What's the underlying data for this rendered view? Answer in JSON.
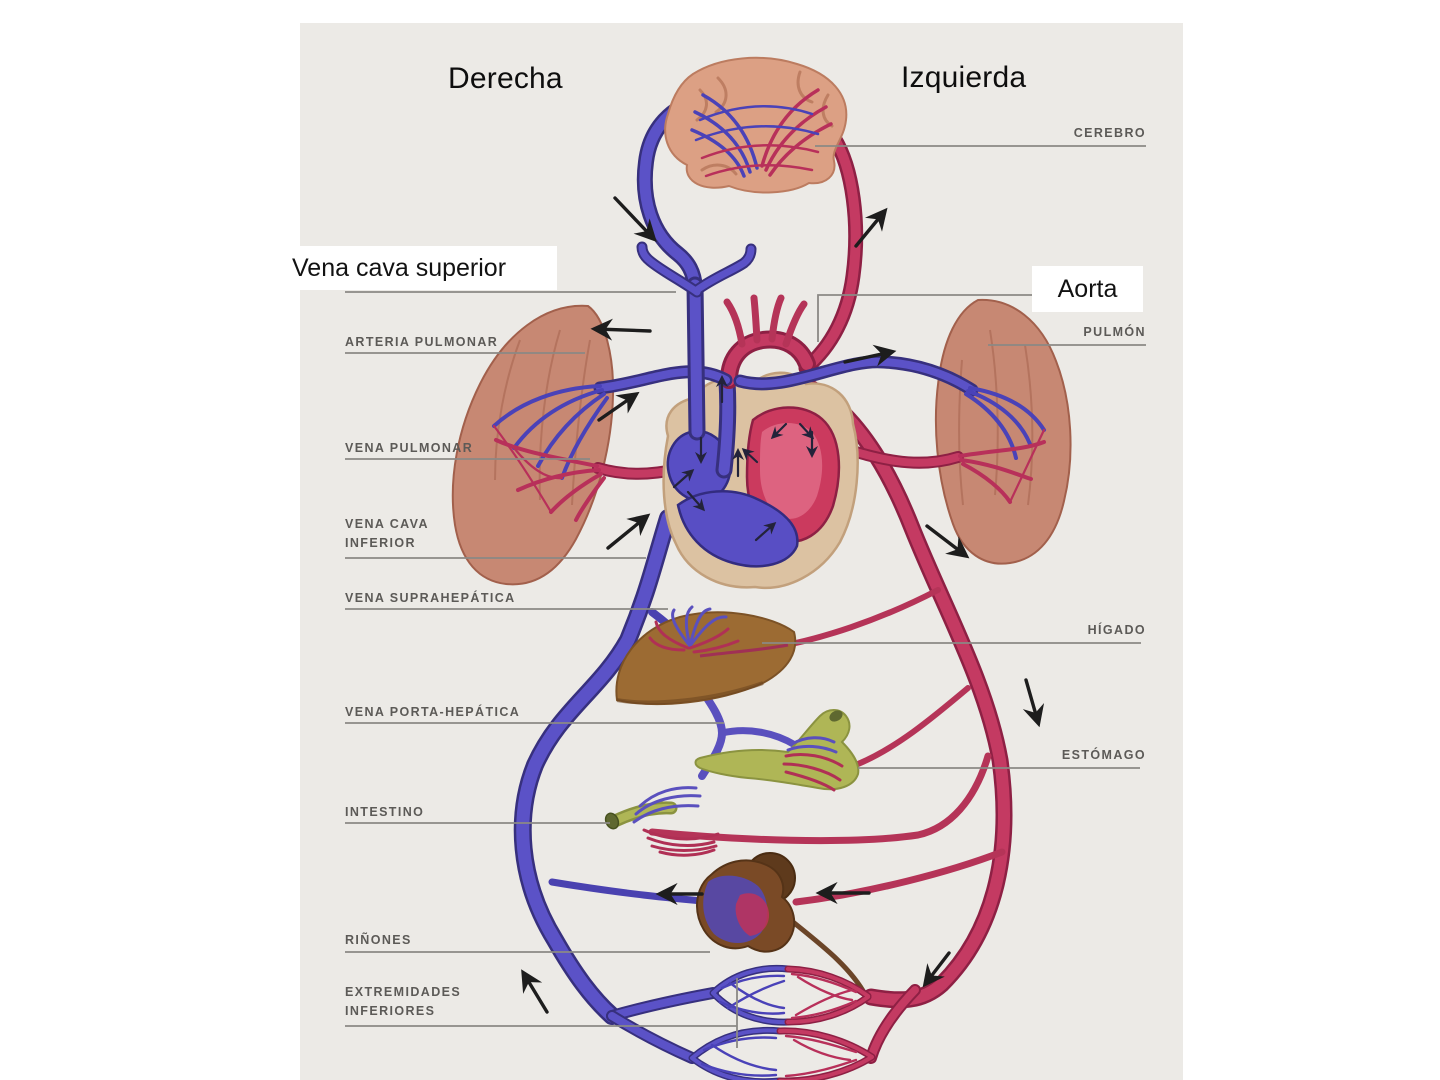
{
  "diagram": {
    "heading_left": "Derecha",
    "heading_right": "Izquierda",
    "callouts": {
      "vena_cava_superior": "Vena cava superior",
      "aorta": "Aorta"
    },
    "labels_left": [
      {
        "text": "ARTERIA PULMONAR"
      },
      {
        "text": "VENA PULMONAR"
      },
      {
        "text": "VENA CAVA\nINFERIOR"
      },
      {
        "text": "VENA SUPRAHEPÁTICA"
      },
      {
        "text": "VENA PORTA-HEPÁTICA"
      },
      {
        "text": "INTESTINO"
      },
      {
        "text": "RIÑONES"
      },
      {
        "text": "EXTREMIDADES\nINFERIORES"
      }
    ],
    "labels_right": [
      {
        "text": "CEREBRO"
      },
      {
        "text": "PULMÓN"
      },
      {
        "text": "HÍGADO"
      },
      {
        "text": "ESTÓMAGO"
      }
    ],
    "colors": {
      "diagram_background": "#ECEAE6",
      "vein_blue": "#5B52C7",
      "vein_blue_dark": "#37307E",
      "artery_red": "#C43A62",
      "artery_red_dark": "#8E2044",
      "organ_brain": "#DCA084",
      "organ_lung": "#C78873",
      "organ_liver": "#9C6B33",
      "organ_stomach": "#AFB656",
      "organ_kidney": "#7A4A26",
      "heart_wall": "#DCC2A2",
      "label_text": "#5C5A57",
      "label_line": "#8B8985",
      "flow_arrow": "#1D1D1D"
    }
  }
}
